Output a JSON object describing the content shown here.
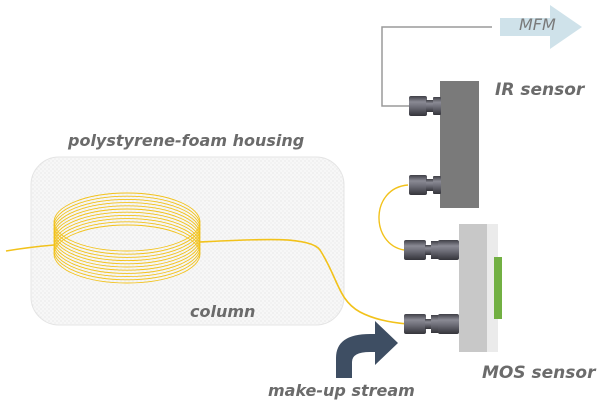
{
  "labels": {
    "mfm": "MFM",
    "ir_sensor": "IR sensor",
    "housing": "polystyrene-foam housing",
    "column": "column",
    "makeup": "make-up stream",
    "mos_sensor": "MOS sensor"
  },
  "colors": {
    "column_line": "#f2c21b",
    "label_text": "#6b6b6b",
    "ir_block": "#7a7a7a",
    "mos_block": "#c8c8c8",
    "mos_back": "#ebebeb",
    "mos_element": "#72b043",
    "mfm_arrow": "#cfe2ea",
    "makeup_arrow": "#3e4e63",
    "connector": "#5d5d66",
    "tubing": "#9a9a9a"
  }
}
